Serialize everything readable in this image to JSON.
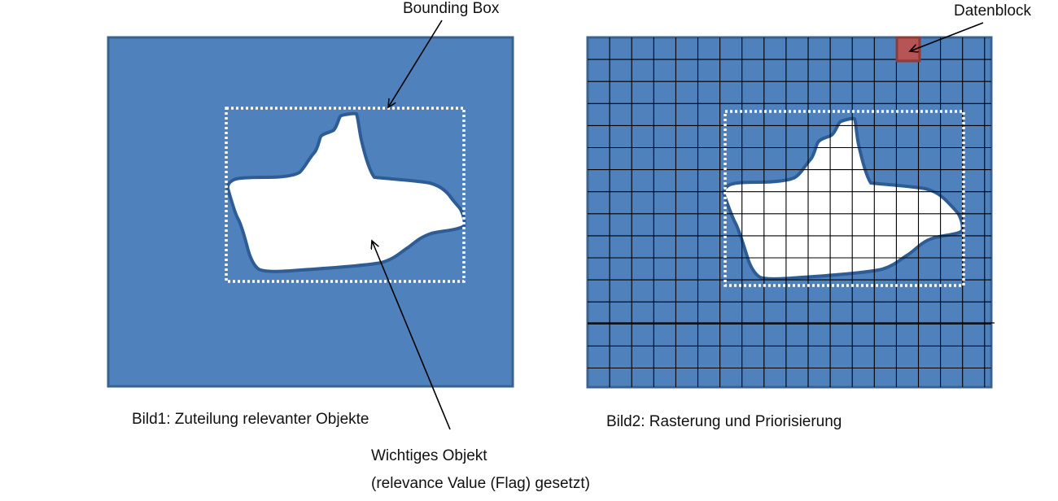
{
  "labels": {
    "bounding_box": "Bounding Box",
    "datenblock": "Datenblock",
    "caption1": "Bild1: Zuteilung relevanter Objekte",
    "caption2": "Bild2: Rasterung und Priorisierung",
    "important_object_line1": "Wichtiges Objekt",
    "important_object_line2": "(relevance Value (Flag) gesetzt)"
  },
  "colors": {
    "panel_fill": "#4f81bd",
    "panel_border": "#3a6290",
    "object_fill": "#ffffff",
    "object_outline": "#2e5d95",
    "grid_line": "#000000",
    "bbox_dash": "#ffffff",
    "datenblock_fill": "#c0504d",
    "datenblock_border": "#8e3b39",
    "arrow": "#000000"
  },
  "diagram": {
    "figures": [
      "object-assignment",
      "rasterization"
    ],
    "bbox_style": "dotted-white",
    "arrows": [
      "bounding-box-pointer",
      "datenblock-pointer",
      "important-object-pointer"
    ]
  }
}
